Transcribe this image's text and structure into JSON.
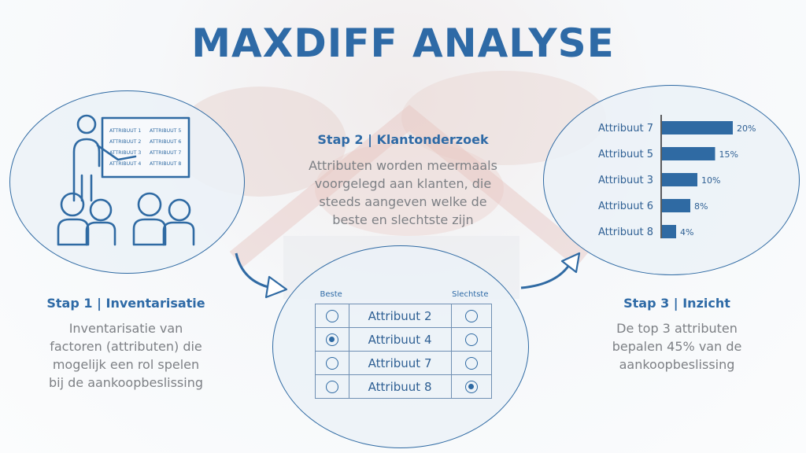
{
  "title": "MAXDIFF ANALYSE",
  "steps": [
    {
      "title": "Stap 1 | Inventarisatie",
      "lines": [
        "Inventarisatie van",
        "factoren (attributen) die",
        "mogelijk een rol spelen",
        "bij de aankoopbeslissing"
      ]
    },
    {
      "title": "Stap 2 | Klantonderzoek",
      "lines": [
        "Attributen worden meermaals",
        "voorgelegd aan klanten, die",
        "steeds aangeven welke de",
        "beste en slechtste zijn"
      ]
    },
    {
      "title": "Stap 3 | Inzicht",
      "lines": [
        "De top 3 attributen",
        "bepalen 45% van de",
        "aankoopbeslissing"
      ]
    }
  ],
  "board": {
    "col1": [
      "ATTRIBUUT 1",
      "ATTRIBUUT 2",
      "ATTRIBUUT 3",
      "ATTRIBUUT 4"
    ],
    "col2": [
      "ATTRIBUUT 5",
      "ATTRIBUUT 6",
      "ATTRIBUUT 7",
      "ATTRIBUUT 8"
    ]
  },
  "maxdiff_table": {
    "best_label": "Beste",
    "worst_label": "Slechtste",
    "rows": [
      {
        "label": "Attribuut 2",
        "best": false,
        "worst": false
      },
      {
        "label": "Attribuut 4",
        "best": true,
        "worst": false
      },
      {
        "label": "Attribuut 7",
        "best": false,
        "worst": false
      },
      {
        "label": "Attribuut 8",
        "best": false,
        "worst": true
      }
    ]
  },
  "chart_data": {
    "type": "bar",
    "orientation": "horizontal",
    "categories": [
      "Attribuut 7",
      "Attribuut 5",
      "Attribuut 3",
      "Attribuut 6",
      "Attribuut 8"
    ],
    "values": [
      20,
      15,
      10,
      8,
      4
    ],
    "value_labels": [
      "20%",
      "15%",
      "10%",
      "8%",
      "4%"
    ],
    "color": "#2f6aa3",
    "xlim": [
      0,
      22
    ]
  },
  "colors": {
    "primary": "#2e6aa6",
    "text_gray": "#7d8085",
    "ellipse_fill": "#ecf1f7"
  }
}
